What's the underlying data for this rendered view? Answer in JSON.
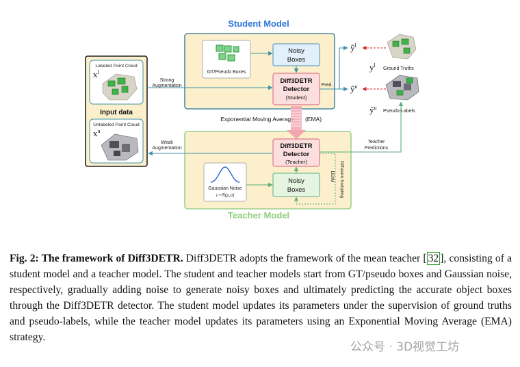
{
  "figure": {
    "student_title": "Student Model",
    "teacher_title": "Teacher Model",
    "input_data_label": "Input data",
    "labeled_cloud_label": "Labeled Point Cloud",
    "labeled_symbol": "x",
    "labeled_sup": "l",
    "unlabeled_cloud_label": "Unlabeled Point Cloud",
    "unlabeled_symbol": "x",
    "unlabeled_sup": "u",
    "strong_aug_1": "Strong",
    "strong_aug_2": "Augmentation",
    "weak_aug_1": "Weak",
    "weak_aug_2": "Augmentation",
    "gt_pseudo_boxes": "GT/Pseudo Boxes",
    "noisy_boxes_1": "Noisy",
    "noisy_boxes_2": "Boxes",
    "detector_1": "Diff3DETR",
    "detector_2": "Detector",
    "student_tag": "(Student)",
    "teacher_tag": "(Teacher)",
    "pred": "Pred.",
    "ema_text": "Exponential Moving Average",
    "ema_abbr": "(EMA)",
    "gaussian_noise": "Gaussian Noise",
    "noise_formula": "ε∼N(μ,σ)",
    "ddim": "DDIM",
    "diffusion_sampling": "Diffusion Sampling",
    "teacher_pred_1": "Teacher",
    "teacher_pred_2": "Predictions",
    "yhat_l": "ŷ",
    "yhat_l_sup": "l",
    "yhat_u": "ŷ",
    "yhat_u_sup": "u",
    "y_l": "y",
    "y_l_sup": "l",
    "ground_truths": "Ground Truths",
    "ytilde_u": "ỹ",
    "ytilde_u_sup": "u",
    "pseudo_labels": "Pseudo-Labels"
  },
  "caption": {
    "label": "Fig. 2: The framework of Diff3DETR.",
    "part1": " Diff3DETR adopts the framework of the mean teacher ",
    "cite": "32",
    "part2": ", consisting of a student model and a teacher model. The student and teacher models start from GT/pseudo boxes and Gaussian noise, respectively, gradually adding noise to generate noisy boxes and ultimately predicting the accurate object boxes through the Diff3DETR detector. The student model updates its parameters under the supervision of ground truths and pseudo-labels, while the teacher model updates its parameters using an Exponential Moving Average (EMA) strategy."
  },
  "watermark": "公众号 · 3D视觉工坊",
  "colors": {
    "model_fill": "#fbefcc",
    "student_border": "#4a8aa6",
    "teacher_border": "#9ccf8f",
    "student_title": "#2e75d8",
    "teacher_title": "#8fcf7a",
    "noisy_fill": "#e1f0fb",
    "noisy_border": "#4a8ec0",
    "detector_fill": "#fbdede",
    "detector_border": "#e07a86",
    "ema_arrow": "#f2a6b0",
    "green_line": "#5aae7a",
    "teal_line": "#3f92a8"
  }
}
